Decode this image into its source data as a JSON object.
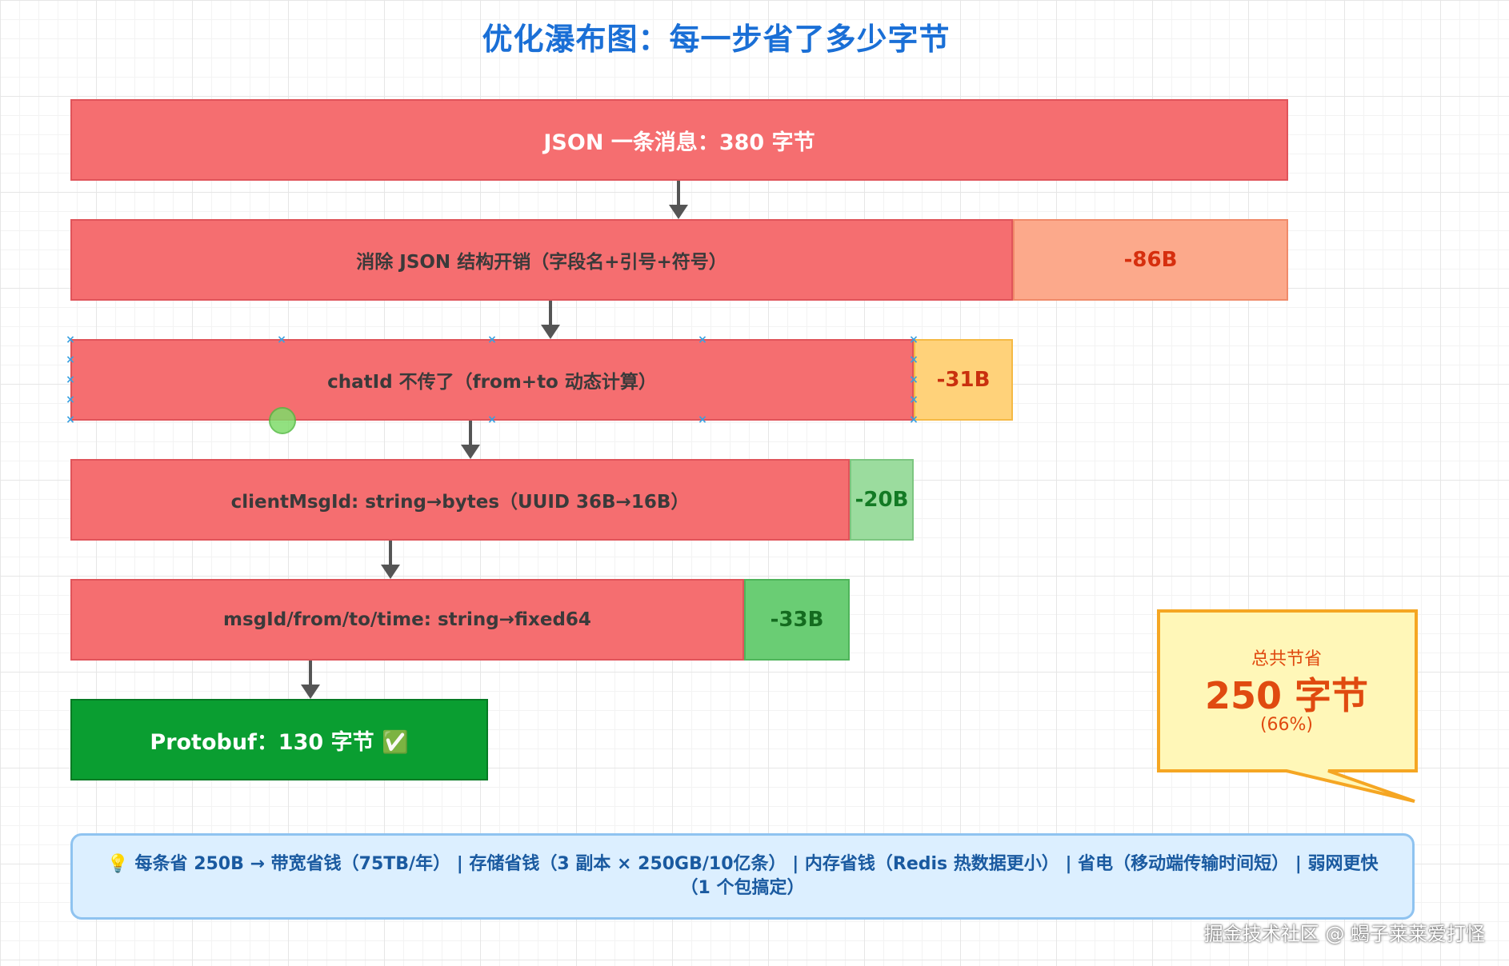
{
  "title": "优化瀑布图：每一步省了多少字节",
  "steps": [
    {
      "label": "JSON 一条消息：380 字节",
      "bytes": 380
    },
    {
      "label": "消除 JSON 结构开销（字段名+引号+符号）",
      "saving": "-86B",
      "bytes": 294
    },
    {
      "label": "chatId 不传了（from+to 动态计算）",
      "saving": "-31B",
      "bytes": 263
    },
    {
      "label": "clientMsgId: string→bytes（UUID 36B→16B）",
      "saving": "-20B",
      "bytes": 243
    },
    {
      "label": "msgId/from/to/time: string→fixed64",
      "saving": "-33B",
      "bytes": 210
    }
  ],
  "final": {
    "label": "Protobuf：130 字节 ✅",
    "bytes": 130
  },
  "callout": {
    "line1": "总共节省",
    "line2": "250 字节",
    "line3": "(66%)"
  },
  "note": "💡 每条省 250B → 带宽省钱（75TB/年） | 存储省钱（3 副本 × 250GB/10亿条） | 内存省钱（Redis 热数据更小） | 省电（移动端传输时间短） | 弱网更快（1 个包搞定）",
  "watermark": "掘金技术社区 @ 蝎子莱莱爱打怪",
  "colors": {
    "bar": "#f56e70",
    "final": "#0a9e31",
    "title": "#1a6fd6",
    "callout_bg": "#fff7b8",
    "callout_border": "#f5a623"
  }
}
